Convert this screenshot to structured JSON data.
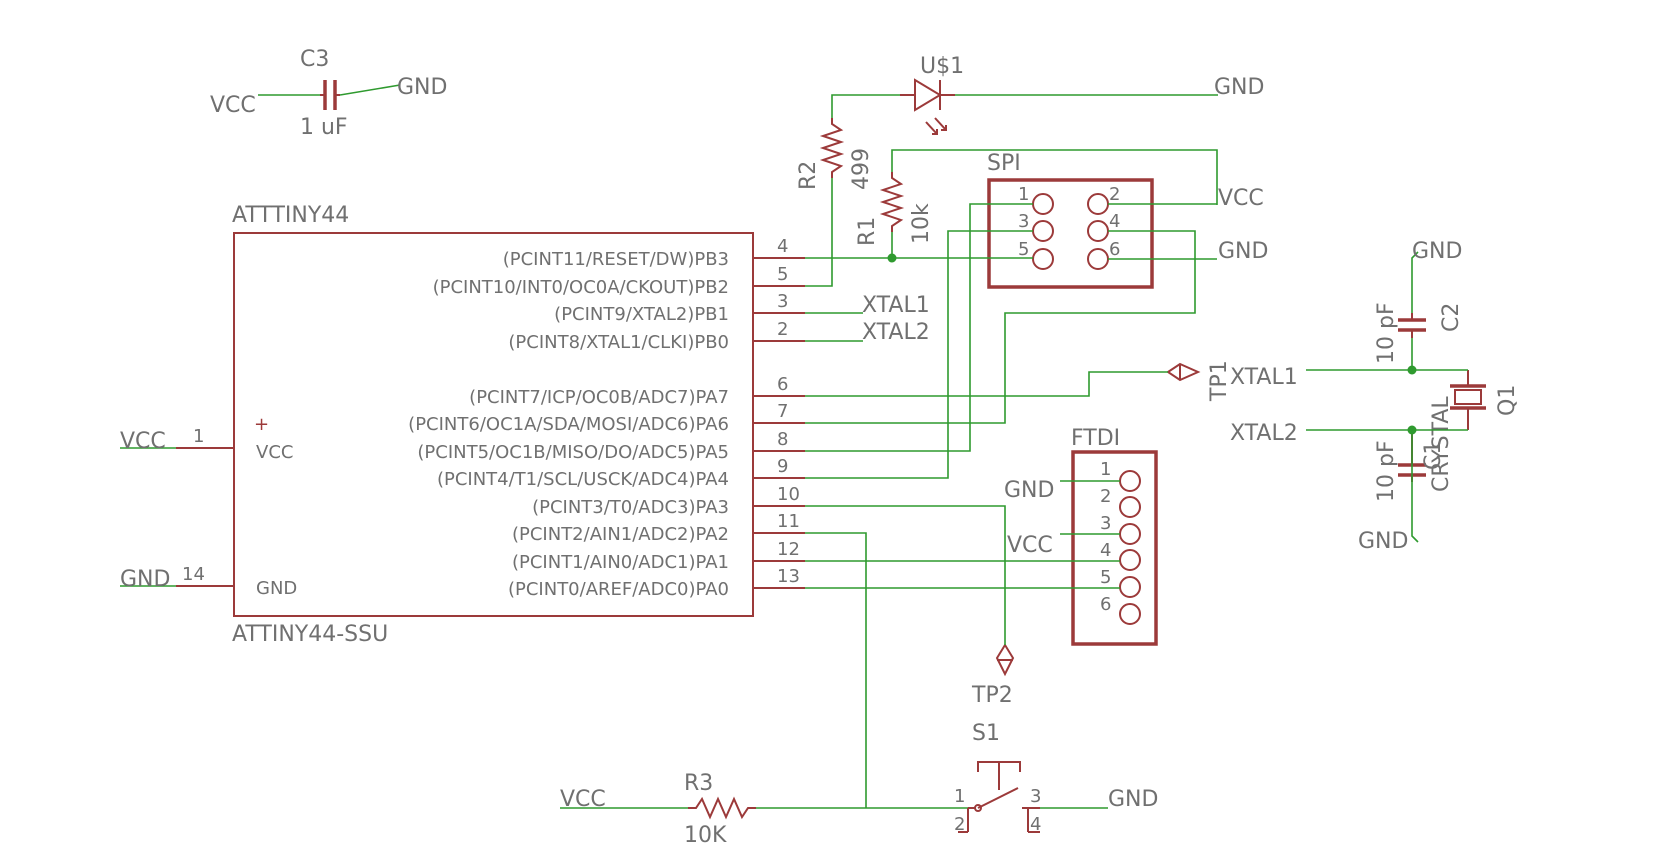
{
  "c3": {
    "ref": "C3",
    "value": "1 uF",
    "left": "VCC",
    "right": "GND"
  },
  "u1": {
    "name": "ATTTINY44",
    "value": "ATTINY44-SSU",
    "vcc_pin": "1",
    "vcc_label": "VCC",
    "vcc_net": "VCC",
    "gnd_pin": "14",
    "gnd_label": "GND",
    "gnd_net": "GND",
    "pins": [
      {
        "label": "(PCINT11/RESET/DW)PB3",
        "num": "4"
      },
      {
        "label": "(PCINT10/INT0/OC0A/CKOUT)PB2",
        "num": "5"
      },
      {
        "label": "(PCINT9/XTAL2)PB1",
        "num": "3"
      },
      {
        "label": "(PCINT8/XTAL1/CLKI)PB0",
        "num": "2"
      },
      {
        "label": "(PCINT7/ICP/OC0B/ADC7)PA7",
        "num": "6"
      },
      {
        "label": "(PCINT6/OC1A/SDA/MOSI/ADC6)PA6",
        "num": "7"
      },
      {
        "label": "(PCINT5/OC1B/MISO/DO/ADC5)PA5",
        "num": "8"
      },
      {
        "label": "(PCINT4/T1/SCL/USCK/ADC4)PA4",
        "num": "9"
      },
      {
        "label": "(PCINT3/T0/ADC3)PA3",
        "num": "10"
      },
      {
        "label": "(PCINT2/AIN1/ADC2)PA2",
        "num": "11"
      },
      {
        "label": "(PCINT1/AIN0/ADC1)PA1",
        "num": "12"
      },
      {
        "label": "(PCINT0/AREF/ADC0)PA0",
        "num": "13"
      }
    ],
    "xtal1_net": "XTAL1",
    "xtal2_net": "XTAL2"
  },
  "led": {
    "ref": "U$1",
    "net": "GND"
  },
  "r2": {
    "ref": "R2",
    "value": "499"
  },
  "r1": {
    "ref": "R1",
    "value": "10k"
  },
  "spi": {
    "ref": "SPI",
    "pins": [
      "1",
      "2",
      "3",
      "4",
      "5",
      "6"
    ],
    "vcc_net": "VCC",
    "gnd_net": "GND"
  },
  "ftdi": {
    "ref": "FTDI",
    "pins": [
      "1",
      "2",
      "3",
      "4",
      "5",
      "6"
    ],
    "gnd_net": "GND",
    "vcc_net": "VCC"
  },
  "tp1": {
    "ref": "TP1"
  },
  "tp2": {
    "ref": "TP2"
  },
  "crystal": {
    "c2_ref": "C2",
    "c2_value": "10 pF",
    "c1_ref": "C1",
    "c1_value": "10 pF",
    "q1_ref": "Q1",
    "q1_value": "CRYSTAL",
    "xtal1": "XTAL1",
    "xtal2": "XTAL2",
    "gnd_top": "GND",
    "gnd_bottom": "GND"
  },
  "reset": {
    "r3_ref": "R3",
    "r3_value": "10K",
    "vcc": "VCC",
    "s1_ref": "S1",
    "pins": [
      "1",
      "2",
      "3",
      "4"
    ],
    "gnd": "GND"
  },
  "colors": {
    "symbol": "#9c3a3a",
    "wire": "#2f9a2f",
    "text": "#707070"
  }
}
